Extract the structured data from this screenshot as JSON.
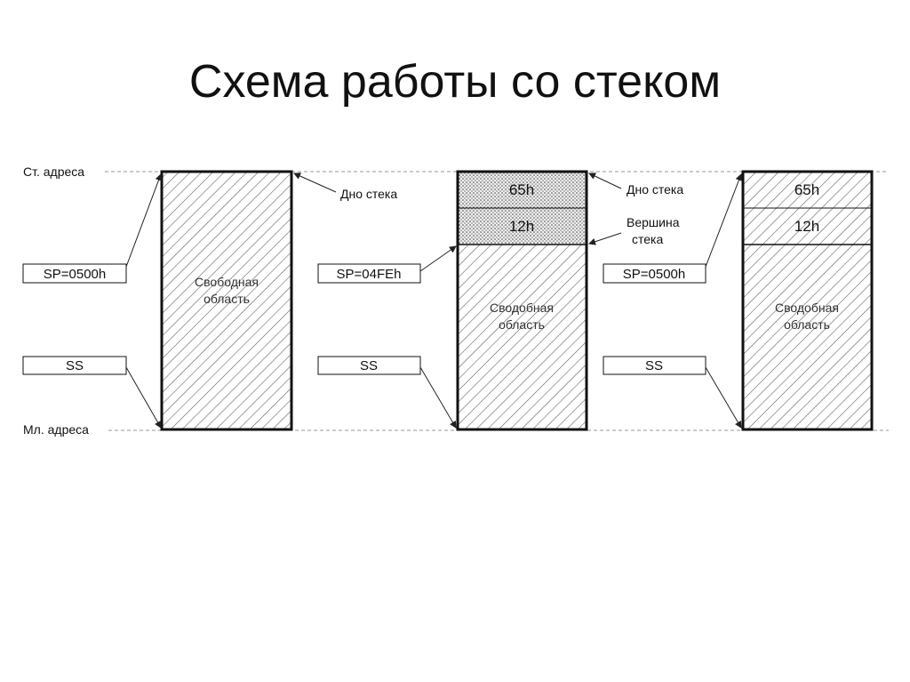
{
  "title": "Схема работы со стеком",
  "addr_high": "Ст. адреса",
  "addr_low": "Мл. адреса",
  "stages": [
    {
      "sp": "SP=0500h",
      "ss": "SS",
      "area": [
        "Свободная",
        "область"
      ],
      "cells": [],
      "labels": [
        "Дно стека"
      ]
    },
    {
      "sp": "SP=04FEh",
      "ss": "SS",
      "area": [
        "Сводобная",
        "область"
      ],
      "cells": [
        "65h",
        "12h"
      ],
      "labels": [
        "Дно стека",
        "Вершина",
        "стека"
      ]
    },
    {
      "sp": "SP=0500h",
      "ss": "SS",
      "area": [
        "Сводобная",
        "область"
      ],
      "cells": [
        "65h",
        "12h"
      ],
      "labels": []
    }
  ]
}
